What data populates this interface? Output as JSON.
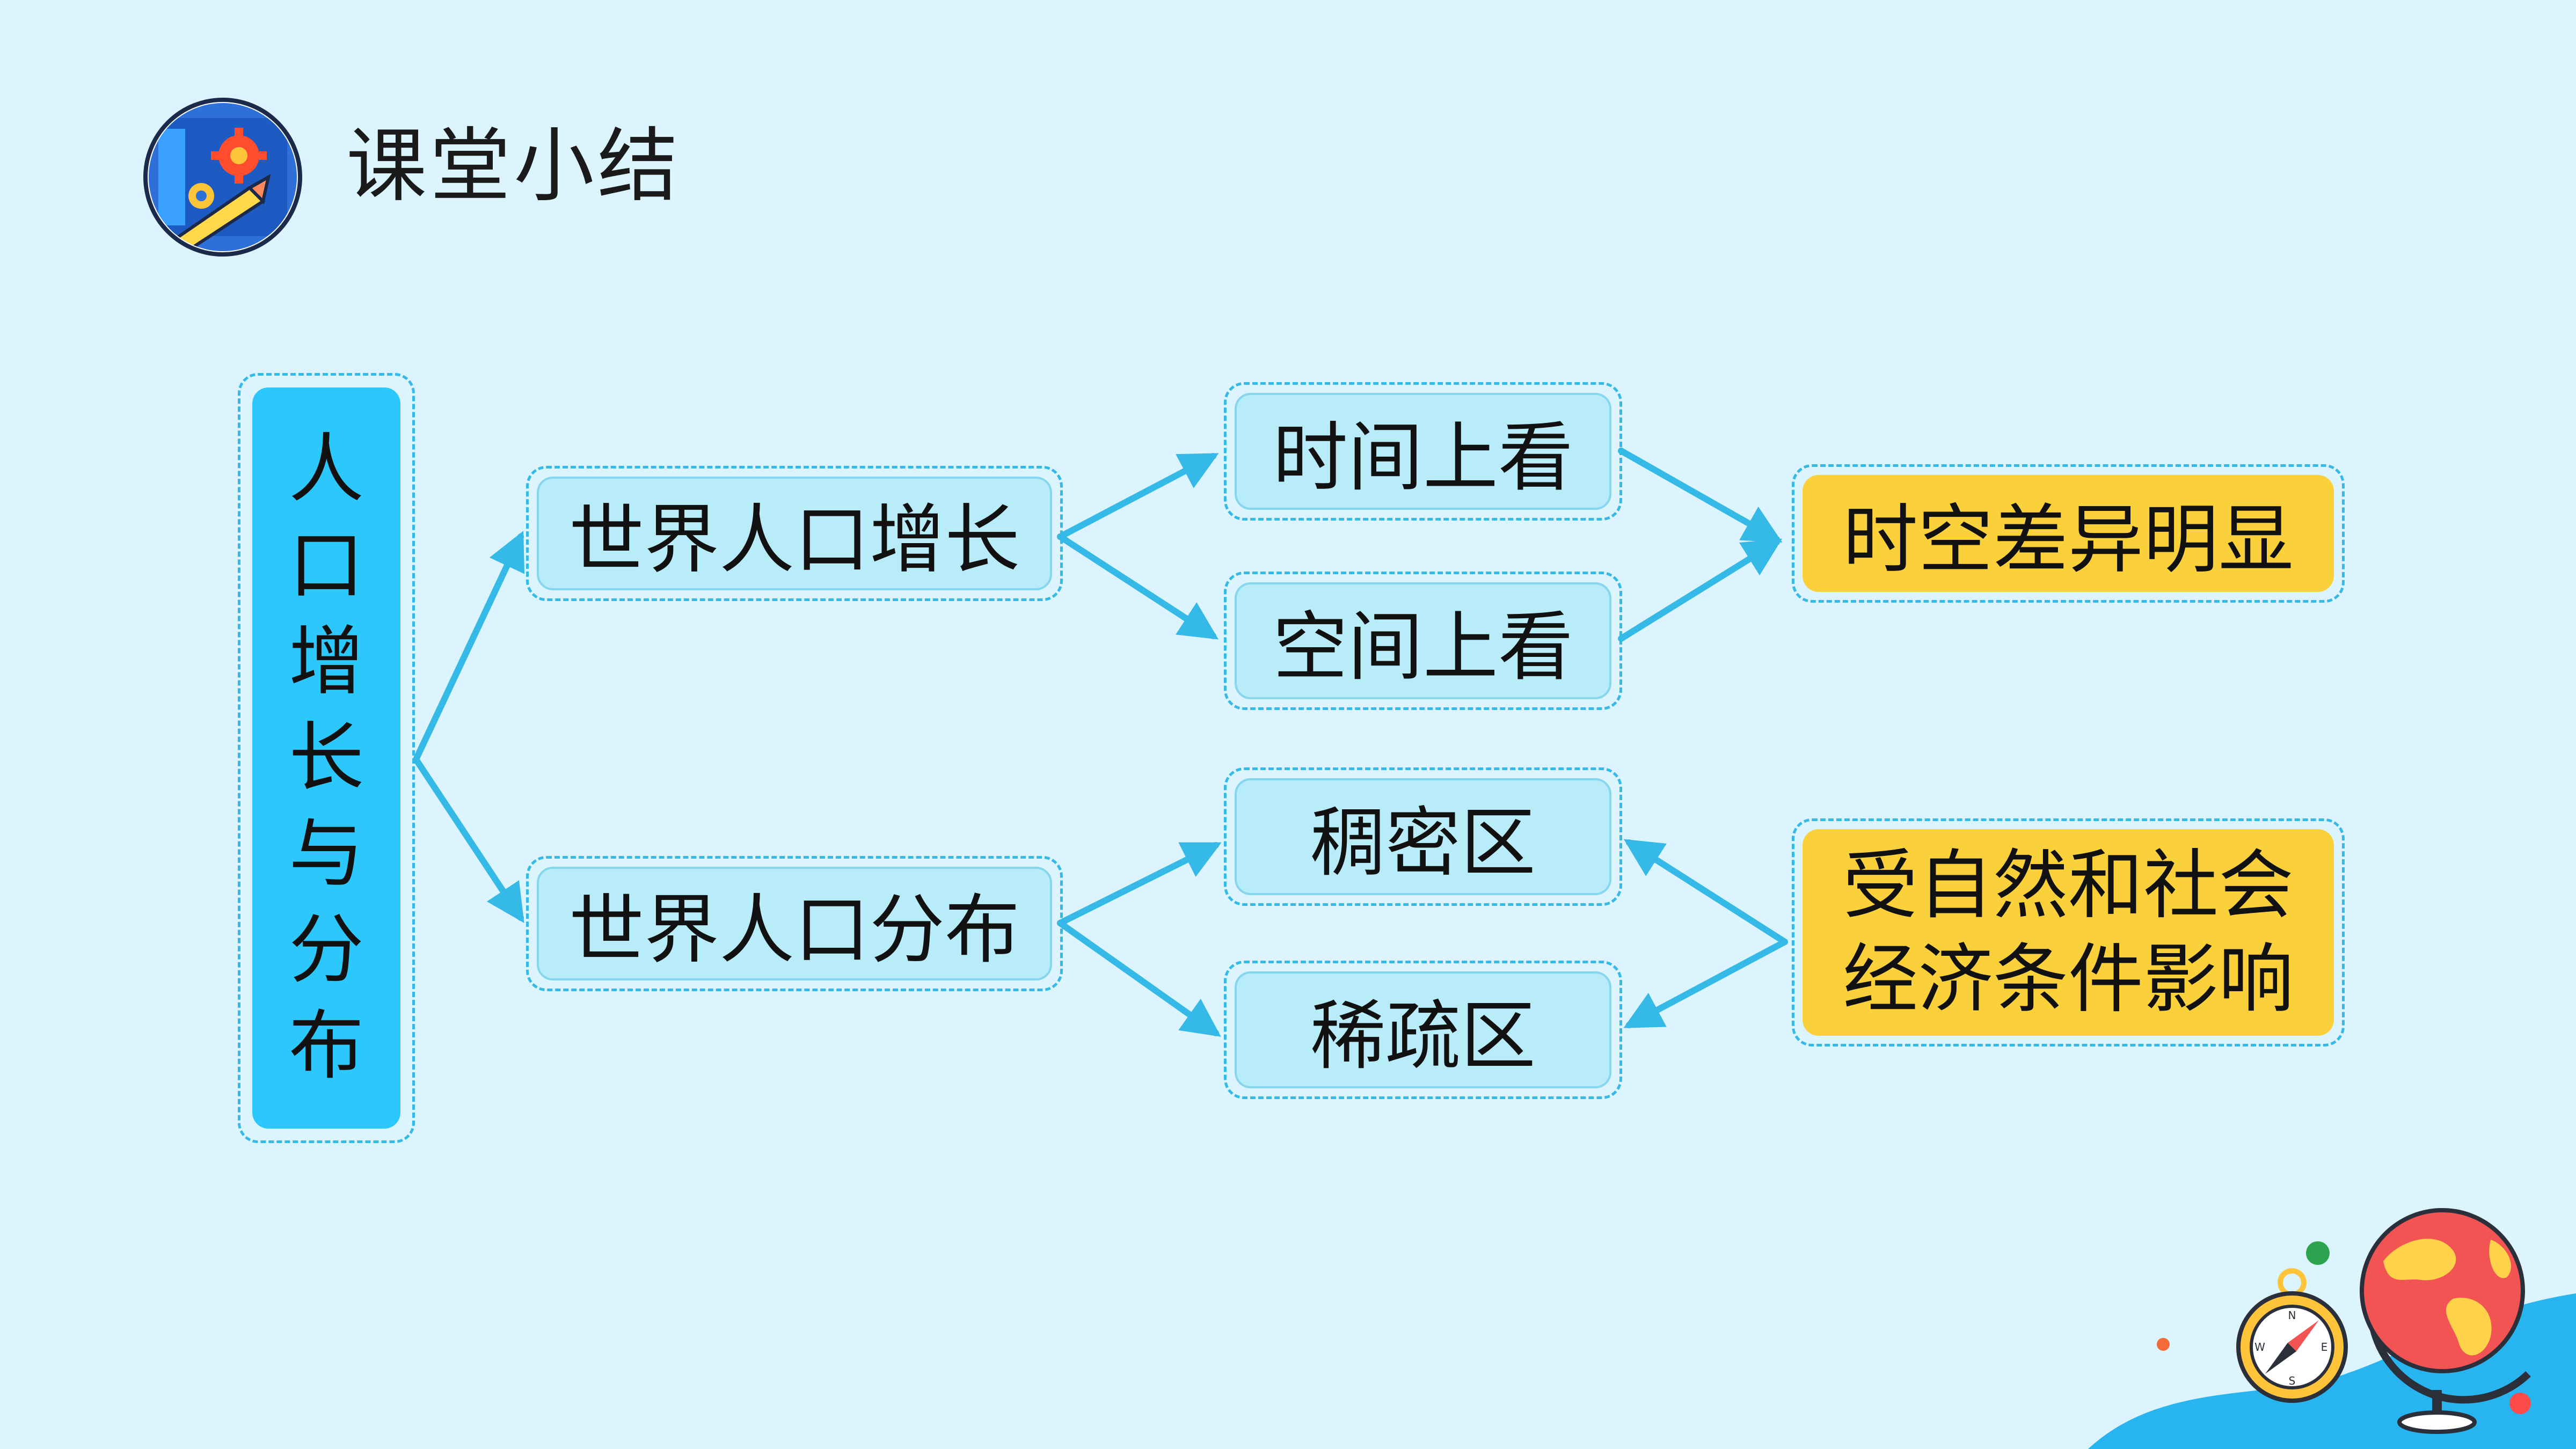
{
  "header": {
    "title": "课堂小结",
    "icon": "gear-pencil-icon"
  },
  "root": {
    "chars": [
      "人",
      "口",
      "增",
      "长",
      "与",
      "分",
      "布"
    ]
  },
  "branches": {
    "growth": "世界人口增长",
    "distribution": "世界人口分布"
  },
  "growth_children": {
    "time": "时间上看",
    "space": "空间上看"
  },
  "growth_result": "时空差异明显",
  "distribution_children": {
    "dense": "稠密区",
    "sparse": "稀疏区"
  },
  "distribution_cause": {
    "line1": "受自然和社会",
    "line2": "经济条件影响"
  },
  "colors": {
    "background": "#dbf4fd",
    "root": "#2cc7fb",
    "node": "#b7ecf8",
    "highlight": "#fbd13b",
    "arrow": "#35b9e6"
  },
  "decorations": [
    "globe-icon",
    "compass-icon"
  ]
}
